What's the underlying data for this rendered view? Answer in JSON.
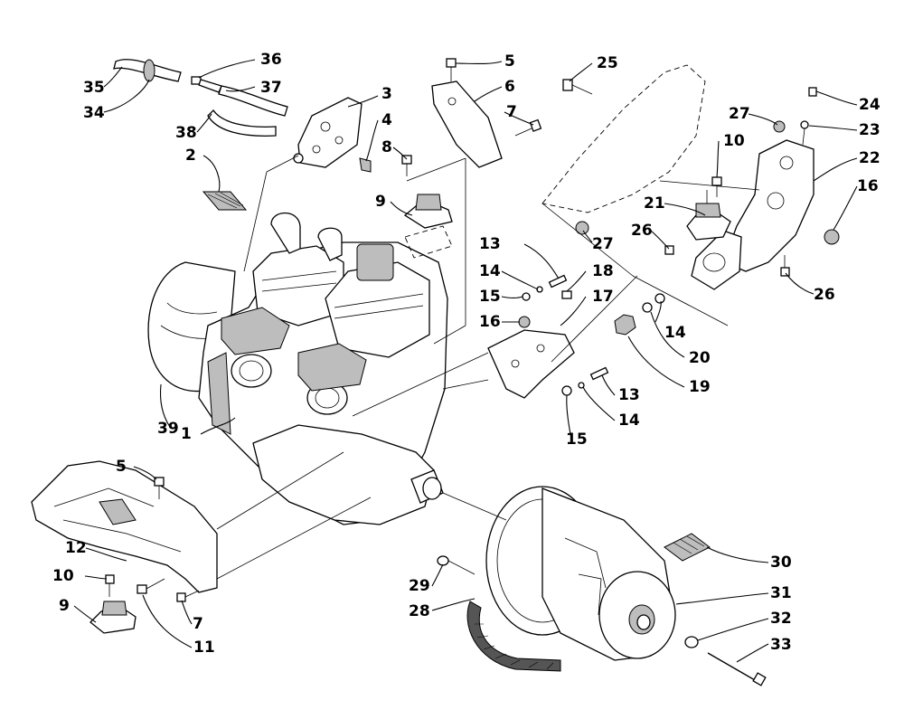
{
  "callouts": [
    {
      "id": "c1",
      "label": "1"
    },
    {
      "id": "c2",
      "label": "2"
    },
    {
      "id": "c3",
      "label": "3"
    },
    {
      "id": "c4",
      "label": "4"
    },
    {
      "id": "c5a",
      "label": "5"
    },
    {
      "id": "c5b",
      "label": "5"
    },
    {
      "id": "c6",
      "label": "6"
    },
    {
      "id": "c7a",
      "label": "7"
    },
    {
      "id": "c7b",
      "label": "7"
    },
    {
      "id": "c8",
      "label": "8"
    },
    {
      "id": "c9a",
      "label": "9"
    },
    {
      "id": "c9b",
      "label": "9"
    },
    {
      "id": "c10a",
      "label": "10"
    },
    {
      "id": "c10b",
      "label": "10"
    },
    {
      "id": "c11",
      "label": "11"
    },
    {
      "id": "c12",
      "label": "12"
    },
    {
      "id": "c13a",
      "label": "13"
    },
    {
      "id": "c13b",
      "label": "13"
    },
    {
      "id": "c14a",
      "label": "14"
    },
    {
      "id": "c14b",
      "label": "14"
    },
    {
      "id": "c14c",
      "label": "14"
    },
    {
      "id": "c15a",
      "label": "15"
    },
    {
      "id": "c15b",
      "label": "15"
    },
    {
      "id": "c16a",
      "label": "16"
    },
    {
      "id": "c16b",
      "label": "16"
    },
    {
      "id": "c17",
      "label": "17"
    },
    {
      "id": "c18",
      "label": "18"
    },
    {
      "id": "c19",
      "label": "19"
    },
    {
      "id": "c20",
      "label": "20"
    },
    {
      "id": "c21",
      "label": "21"
    },
    {
      "id": "c22",
      "label": "22"
    },
    {
      "id": "c23",
      "label": "23"
    },
    {
      "id": "c24",
      "label": "24"
    },
    {
      "id": "c25",
      "label": "25"
    },
    {
      "id": "c26a",
      "label": "26"
    },
    {
      "id": "c26b",
      "label": "26"
    },
    {
      "id": "c27a",
      "label": "27"
    },
    {
      "id": "c27b",
      "label": "27"
    },
    {
      "id": "c28",
      "label": "28"
    },
    {
      "id": "c29",
      "label": "29"
    },
    {
      "id": "c30",
      "label": "30"
    },
    {
      "id": "c31",
      "label": "31"
    },
    {
      "id": "c32",
      "label": "32"
    },
    {
      "id": "c33",
      "label": "33"
    },
    {
      "id": "c34",
      "label": "34"
    },
    {
      "id": "c35",
      "label": "35"
    },
    {
      "id": "c36",
      "label": "36"
    },
    {
      "id": "c37",
      "label": "37"
    },
    {
      "id": "c38",
      "label": "38"
    },
    {
      "id": "c39",
      "label": "39"
    }
  ]
}
